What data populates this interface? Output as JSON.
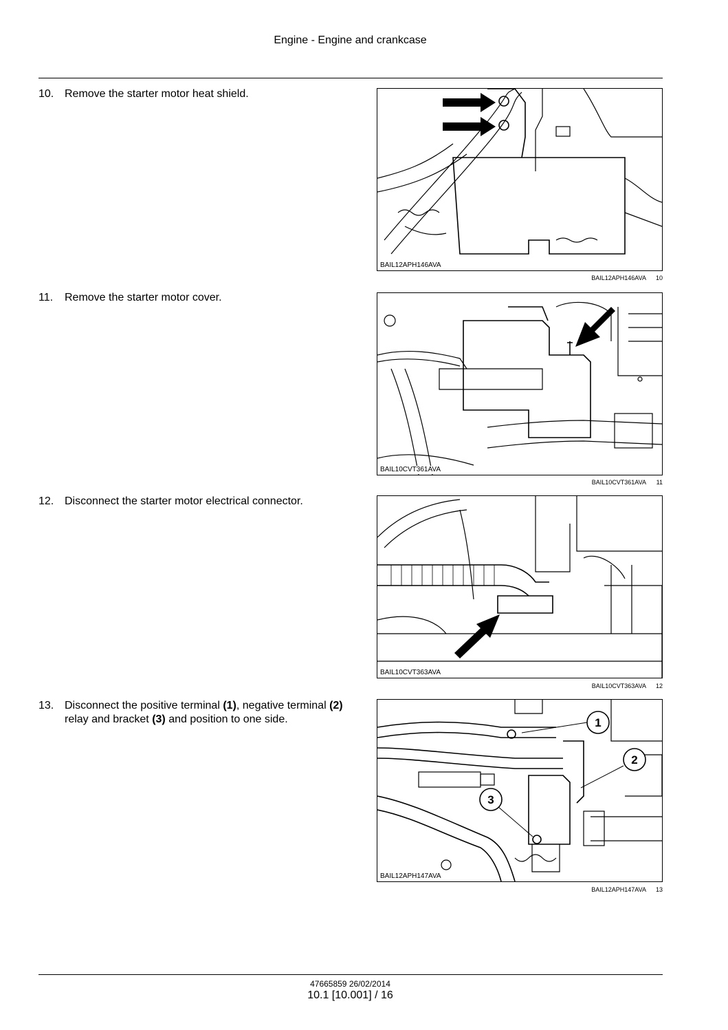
{
  "header": {
    "title": "Engine - Engine and crankcase"
  },
  "steps": [
    {
      "number": "10.",
      "text": "Remove the starter motor heat shield.",
      "figure_code": "BAIL12APH146AVA",
      "figure_number": "10"
    },
    {
      "number": "11.",
      "text": "Remove the starter motor cover.",
      "figure_code": "BAIL10CVT361AVA",
      "figure_number": "11"
    },
    {
      "number": "12.",
      "text": "Disconnect the starter motor electrical connector.",
      "figure_code": "BAIL10CVT363AVA",
      "figure_number": "12"
    },
    {
      "number": "13.",
      "text_parts": [
        "Disconnect the positive terminal ",
        "(1)",
        ", negative terminal ",
        "(2)",
        " relay and bracket ",
        "(3)",
        " and position to one side."
      ],
      "figure_code": "BAIL12APH147AVA",
      "figure_number": "13",
      "callouts": [
        "1",
        "2",
        "3"
      ]
    }
  ],
  "footer": {
    "doc_code": "47665859 26/02/2014",
    "page": "10.1 [10.001] / 16"
  }
}
